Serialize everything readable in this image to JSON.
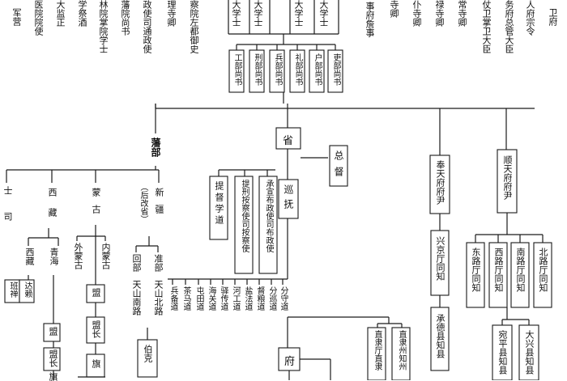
{
  "diagram": {
    "top_row": [
      "军营",
      "医院院使",
      "大监正",
      "学祭酒",
      "林院掌院学士",
      "藩院尚书",
      "政使司通政使",
      "理寺卿",
      "察院左都御史",
      "大学士",
      "大学士",
      "大学士",
      "大学士",
      "事府詹事",
      "寺卿",
      "仆寺卿",
      "禄寺卿",
      "常寺卿",
      "仗卫掌卫大臣",
      "务府总管大臣",
      "人府宗令",
      "卫府"
    ],
    "ministries": [
      "工部尚书",
      "刑部尚书",
      "兵部尚书",
      "礼部尚书",
      "户部尚书",
      "吏部尚书"
    ],
    "fanbu": "藩部",
    "sheng": "省",
    "zongdu": "总督",
    "frontier": {
      "far_left_a": "士",
      "far_left_b": "司",
      "xizang": "西藏",
      "menggu": "蒙古",
      "xinjiang": "新疆",
      "xinjiang_note": "（后改省）",
      "xizang_subs": [
        "西藏",
        "青海"
      ],
      "xizang_leaves": [
        "班禅",
        "达赖"
      ],
      "qinghai_chain": [
        "盟",
        "盟长",
        "旗"
      ],
      "menggu_subs": [
        "外蒙古",
        "内蒙古"
      ],
      "menggu_chain": [
        "盟",
        "盟长",
        "旗"
      ],
      "xinjiang_subs": [
        "回部",
        "准部"
      ],
      "xinjiang_routes": [
        "天山南路",
        "天山北路"
      ],
      "boke": "伯克"
    },
    "province_officials": [
      "提督学道",
      "提刑按察使司按察使",
      "承宣布政使司布政使"
    ],
    "xunfu": "巡抚",
    "dao_list": [
      "兵备道",
      "茶马道",
      "屯田道",
      "海关道",
      "驿传道",
      "河工道",
      "盐法道",
      "督粮道",
      "分巡道",
      "分守道"
    ],
    "fu": "府",
    "zhili": [
      "直隶厅直隶",
      "直隶州知州"
    ],
    "capital": {
      "fengtian": "奉天府府尹",
      "shuntian": "顺天府府尹",
      "xingjing": "兴京厅同知",
      "chengde": "承德县知县",
      "shuntian_subs": [
        "东路厅同知",
        "西路厅同知",
        "南路厅同知",
        "北路厅同知"
      ],
      "counties": [
        "宛平县知县",
        "大兴县知县"
      ]
    }
  }
}
